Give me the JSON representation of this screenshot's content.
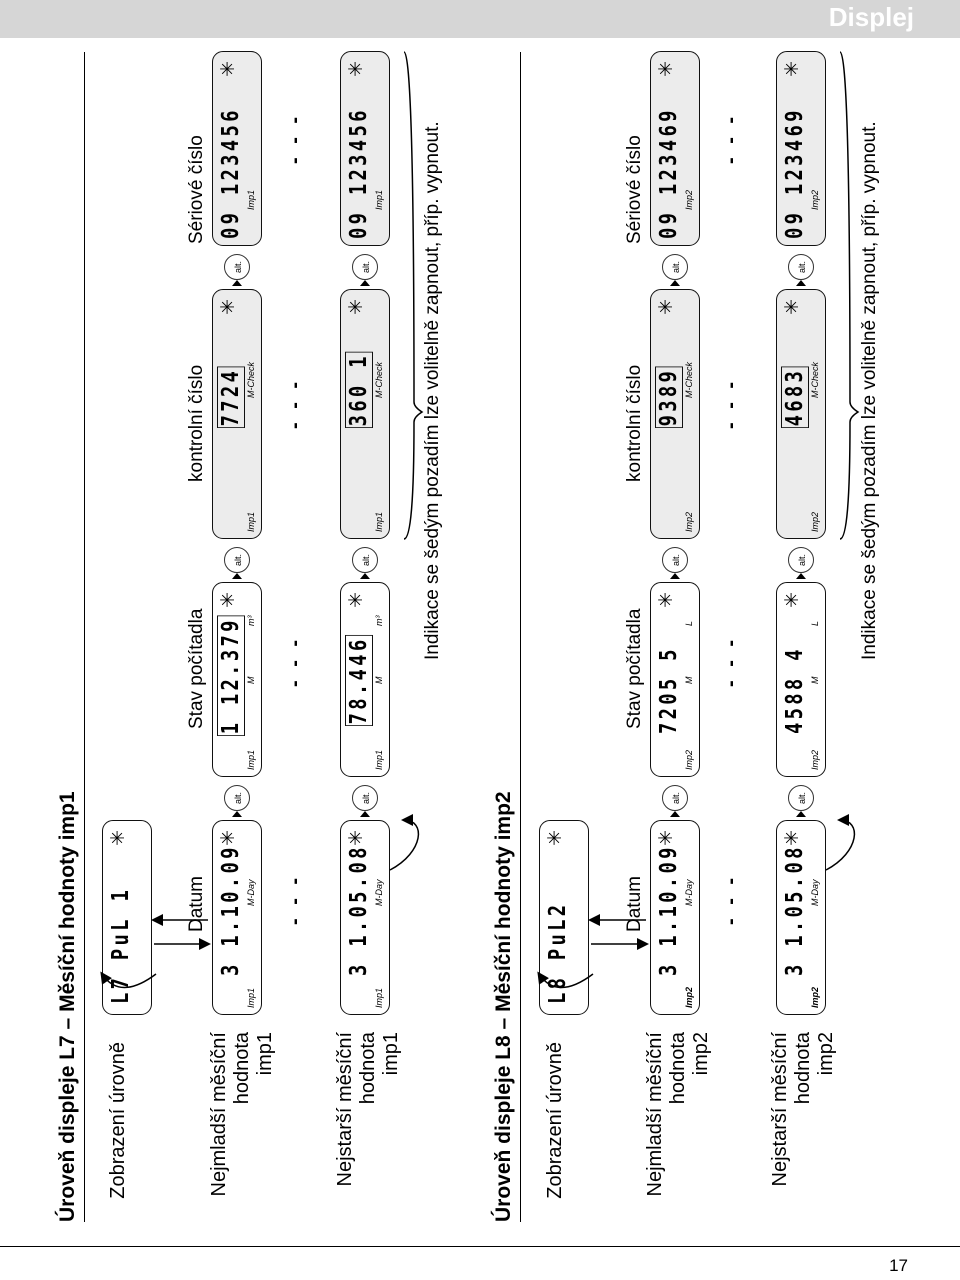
{
  "header": {
    "title": "Displej"
  },
  "page": {
    "number": "17"
  },
  "labels": {
    "level_display": "Zobrazení úrovně",
    "date": "Datum",
    "counter": "Stav počítadla",
    "check": "kontrolní číslo",
    "serial": "Sériové číslo",
    "note": "Indikace se šedým pozadím lze volitelně zapnout, příp. vypnout.",
    "alt": "alt.",
    "m_day": "M-Day",
    "m_check": "M-Check",
    "m": "M",
    "dash": "- - -"
  },
  "sections": [
    {
      "title": "Úroveň displeje L7 – Měsíční hodnoty imp1",
      "level_lcd": "L7   PuL 1",
      "rows": [
        {
          "label_l1": "Nejmladší měsíční",
          "label_l2": "hodnota",
          "label_l3": "imp1",
          "imp": "Imp1",
          "date": "3 1.10.09",
          "counter": "1 12.379",
          "check": "7724",
          "serial": "09 123456",
          "unit": "m³"
        },
        {
          "label_l1": "Nejstarší měsíční",
          "label_l2": "hodnota",
          "label_l3": "imp1",
          "imp": "Imp1",
          "date": "3 1.05.08",
          "counter": "78.446",
          "check": "360 1",
          "serial": "09 123456",
          "unit": "m³"
        }
      ]
    },
    {
      "title": "Úroveň displeje L8 – Měsíční hodnoty imp2",
      "level_lcd": "L8   PuL2",
      "rows": [
        {
          "label_l1": "Nejmladší měsíční",
          "label_l2": "hodnota",
          "label_l3": "imp2",
          "imp": "Imp2",
          "date": "3 1.10.09",
          "counter": "7205 5",
          "check": "9389",
          "serial": "09 123469",
          "unit": "L"
        },
        {
          "label_l1": "Nejstarší měsíční",
          "label_l2": "hodnota",
          "label_l3": "imp2",
          "imp": "Imp2",
          "date": "3 1.05.08",
          "counter": "4588 4",
          "check": "4683",
          "serial": "09 123469",
          "unit": "L"
        }
      ]
    }
  ]
}
